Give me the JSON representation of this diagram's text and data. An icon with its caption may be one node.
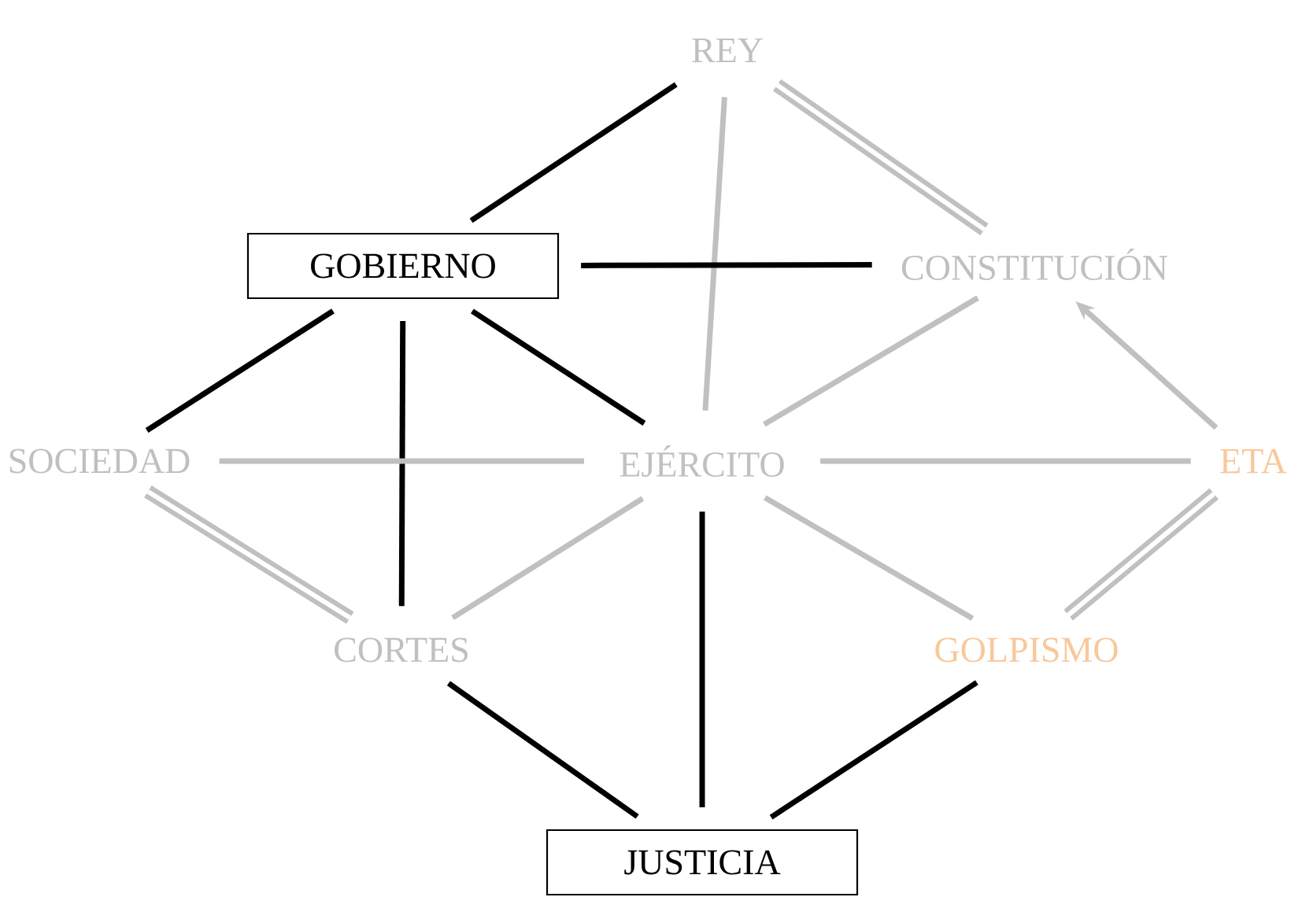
{
  "diagram": {
    "nodes": [
      {
        "text": [
          "REY"
        ]
      },
      {
        "text": [
          "GOBIERNO"
        ]
      },
      {
        "text": [
          "CONSTITUCIÓN"
        ]
      },
      {
        "text": [
          "SOCIEDAD"
        ]
      },
      {
        "text": [
          "EJÉRCITO"
        ]
      },
      {
        "text": [
          "ETA"
        ]
      },
      {
        "text": [
          "CORTES"
        ]
      },
      {
        "text": [
          "GOLPISMO"
        ]
      },
      {
        "text": [
          "JUSTICIA"
        ]
      }
    ],
    "edges": [
      {
        "from": 0,
        "to": 1,
        "arrow": "none",
        "color": "#000000"
      },
      {
        "from": 0,
        "to": 2,
        "arrow": "none",
        "style": "thick"
      },
      {
        "from": 0,
        "to": 4,
        "arrow": "none"
      },
      {
        "from": 1,
        "to": 2,
        "arrow": "none",
        "color": "#000000"
      },
      {
        "from": 1,
        "to": 3,
        "arrow": "none",
        "color": "#000000"
      },
      {
        "from": 1,
        "to": 6,
        "arrow": "none",
        "color": "#000000"
      },
      {
        "from": 1,
        "to": 4,
        "arrow": "none",
        "color": "#000000"
      },
      {
        "from": 2,
        "to": 4,
        "arrow": "none"
      },
      {
        "from": 3,
        "to": 4,
        "arrow": "none"
      },
      {
        "from": 3,
        "to": 6,
        "arrow": "none",
        "style": "thick"
      },
      {
        "from": 4,
        "to": 5,
        "arrow": "none"
      },
      {
        "from": 5,
        "to": 2,
        "arrow": "to"
      },
      {
        "from": 4,
        "to": 6,
        "arrow": "none"
      },
      {
        "from": 4,
        "to": 7,
        "arrow": "none"
      },
      {
        "from": 4,
        "to": 8,
        "arrow": "none",
        "color": "#000000"
      },
      {
        "from": 5,
        "to": 7,
        "arrow": "none",
        "style": "thick"
      },
      {
        "from": 6,
        "to": 8,
        "arrow": "none",
        "color": "#000000"
      },
      {
        "from": 7,
        "to": 8,
        "arrow": "none",
        "color": "#000000"
      }
    ]
  }
}
